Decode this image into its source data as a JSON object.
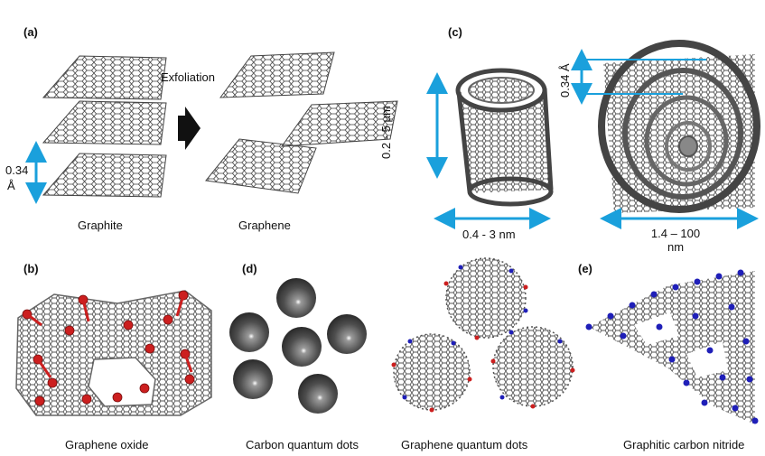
{
  "panels": {
    "a": {
      "label": "(a)",
      "exfoliation": "Exfoliation",
      "spacing_value": "0.34",
      "spacing_unit": "Å",
      "left_caption": "Graphite",
      "right_caption": "Graphene"
    },
    "b": {
      "label": "(b)",
      "caption": "Graphene oxide"
    },
    "c": {
      "label": "(c)",
      "swcnt_height": "0.2 -  5 µm",
      "swcnt_diameter": "0.4 -  3 nm",
      "mwcnt_spacing": "0.34 Å",
      "mwcnt_diameter_line1": "1.4 – 100",
      "mwcnt_diameter_line2": "nm"
    },
    "d": {
      "label": "(d)",
      "caption_left": "Carbon quantum dots",
      "caption_right": "Graphene quantum dots"
    },
    "e": {
      "label": "(e)",
      "caption": "Graphitic carbon nitride"
    }
  },
  "colors": {
    "carbon": "#5a5a5a",
    "oxygen": "#cc1f1f",
    "nitrogen": "#1f1fb8",
    "arrow_blue": "#1aa0dc",
    "black": "#111111"
  }
}
